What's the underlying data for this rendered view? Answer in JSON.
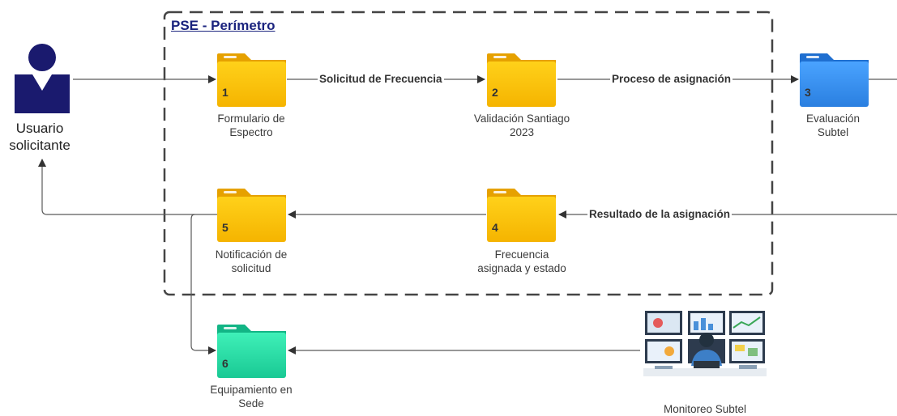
{
  "perimeter": {
    "title": "PSE - Perímetro"
  },
  "user": {
    "label_line1": "Usuario",
    "label_line2": "solicitante",
    "color": "#1a1a6e"
  },
  "nodes": [
    {
      "id": 1,
      "number": "1",
      "label_line1": "Formulario de",
      "label_line2": "Espectro",
      "color": "#f5b400"
    },
    {
      "id": 2,
      "number": "2",
      "label_line1": "Validación Santiago",
      "label_line2": "2023",
      "color": "#f5b400"
    },
    {
      "id": 3,
      "number": "3",
      "label_line1": "Evaluación",
      "label_line2": "Subtel",
      "color": "#2f86e8"
    },
    {
      "id": 4,
      "number": "4",
      "label_line1": "Frecuencia",
      "label_line2": "asignada y estado",
      "color": "#f5b400"
    },
    {
      "id": 5,
      "number": "5",
      "label_line1": "Notificación de",
      "label_line2": "solicitud",
      "color": "#f5b400"
    },
    {
      "id": 6,
      "number": "6",
      "label_line1": "Equipamiento en",
      "label_line2": "Sede",
      "color": "#1fd6a0"
    }
  ],
  "edges": {
    "e1_2": "Solicitud de Frecuencia",
    "e2_3": "Proceso de asignación",
    "e_in_4": "Resultado de la asignación"
  },
  "monitor": {
    "label": "Monitoreo Subtel"
  },
  "icons": {
    "user": "user-person-icon",
    "folder": "folder-icon",
    "monitor": "monitoring-operator-icon"
  }
}
